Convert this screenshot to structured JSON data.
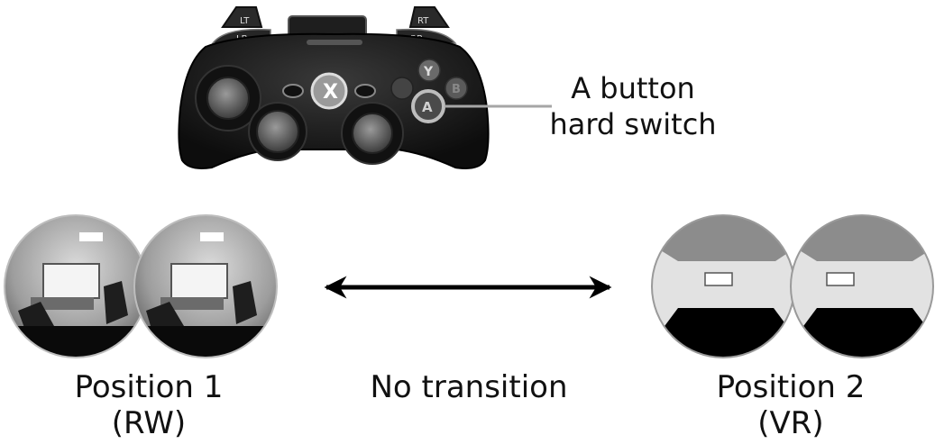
{
  "callout": {
    "line1": "A button",
    "line2": "hard switch"
  },
  "controller": {
    "buttons": {
      "lt": "LT",
      "rt": "RT",
      "lb": "LB",
      "rb": "RB",
      "y": "Y",
      "b": "B",
      "a": "A",
      "x": "X"
    }
  },
  "positions": [
    {
      "line1": "Position 1",
      "line2": "(RW)"
    },
    {
      "line1": "Position 2",
      "line2": "(VR)"
    }
  ],
  "transition": "No transition",
  "colors": {
    "controller_body": "#1c1c1c",
    "vr_floor": "#000000",
    "vr_ceiling": "#8c8c8c",
    "vr_wall": "#e2e2e2",
    "callout_line": "#a6a6a6"
  }
}
